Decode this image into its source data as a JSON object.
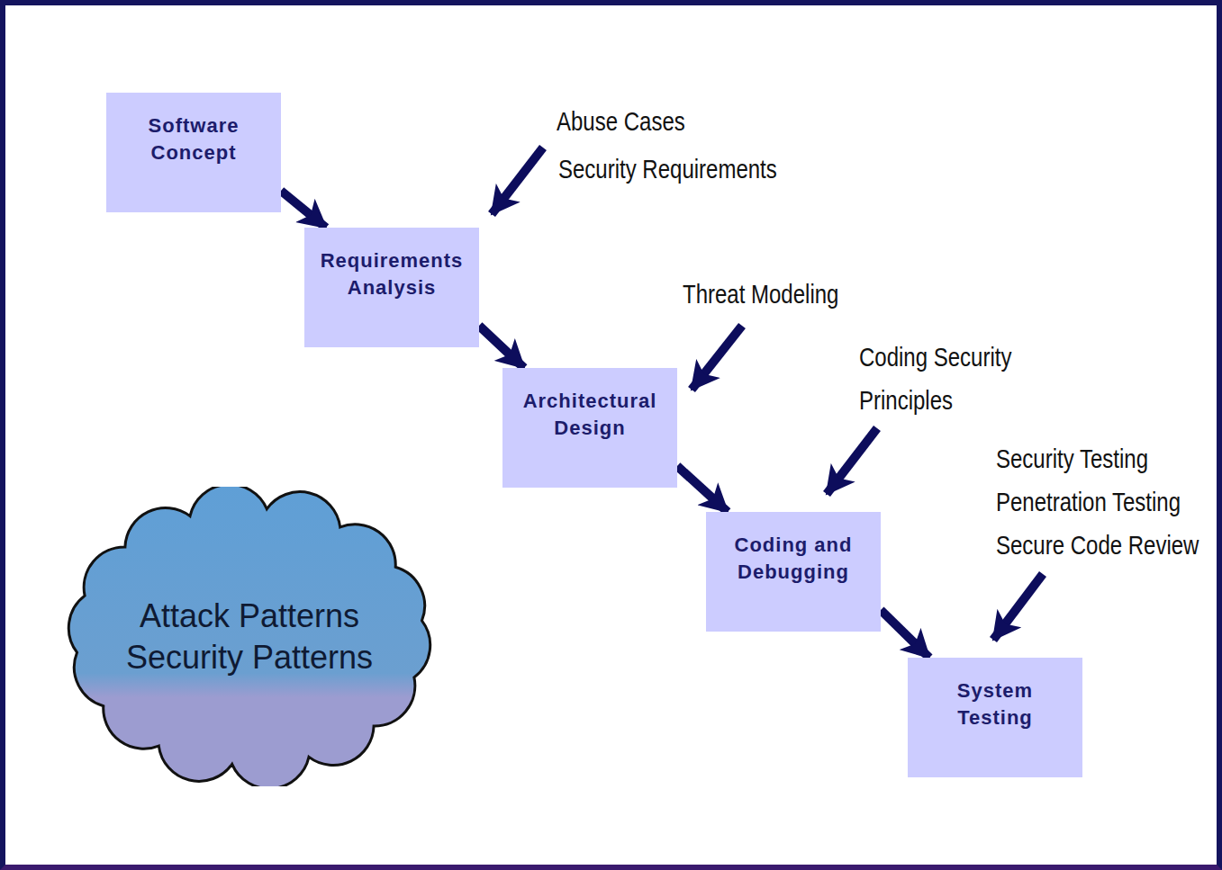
{
  "diagram": {
    "nodes": [
      {
        "text": [
          "Software Concept"
        ]
      },
      {
        "text": [
          "Requirements Analysis"
        ]
      },
      {
        "text": [
          "Architectural Design"
        ]
      },
      {
        "text": [
          "Coding and Debugging"
        ]
      },
      {
        "text": [
          "System Testing"
        ]
      },
      {
        "text": [
          "Attack Patterns",
          "Security Patterns"
        ]
      }
    ],
    "edges": [
      {
        "from": 0,
        "to": 1,
        "arrow": "to"
      },
      {
        "from": 1,
        "to": 2,
        "arrow": "to"
      },
      {
        "from": 2,
        "to": 3,
        "arrow": "to"
      },
      {
        "from": 3,
        "to": 4,
        "arrow": "to"
      }
    ],
    "labels": [
      "Abuse Cases",
      "Security Requirements",
      "Threat Modeling",
      "Coding Security Principles",
      "Security Testing",
      "Penetration Testing",
      "Secure Code Review"
    ]
  }
}
